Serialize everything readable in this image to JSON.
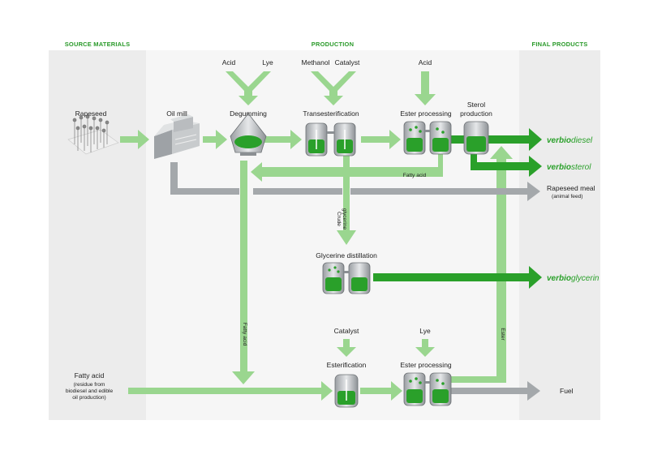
{
  "headers": {
    "source": "SOURCE MATERIALS",
    "production": "PRODUCTION",
    "final": "FINAL PRODUCTS"
  },
  "inputs": {
    "acid": "Acid",
    "lye": "Lye",
    "methanol": "Methanol",
    "catalyst": "Catalyst",
    "acid2": "Acid",
    "catalyst2": "Catalyst",
    "lye2": "Lye"
  },
  "stages": {
    "rapeseed": "Rapeseed",
    "oil_mill": "Oil mill",
    "degumming": "Degumming",
    "transesterification": "Transesterification",
    "ester_processing": "Ester processing",
    "sterol_1": "Sterol",
    "sterol_2": "production",
    "glycerine_distillation": "Glycerine distillation",
    "esterification": "Esterification",
    "ester_processing2": "Ester processing"
  },
  "flows": {
    "fatty_acid_h": "Fatty acid",
    "crude_glycerine_1": "Crude",
    "crude_glycerine_2": "glycerine",
    "fatty_acid_v": "Fatty acid",
    "ester": "Ester"
  },
  "source_fatty_acid": {
    "title": "Fatty acid",
    "line1": "(residue from",
    "line2": "biodiesel and edible",
    "line3": "oil production)"
  },
  "products": {
    "diesel_bold": "verbio",
    "diesel_light": "diesel",
    "sterol_bold": "verbio",
    "sterol_light": "sterol",
    "meal_title": "Rapeseed meal",
    "meal_sub": "(animal feed)",
    "glycerin_bold": "verbio",
    "glycerin_light": "glycerin",
    "fuel": "Fuel"
  },
  "colors": {
    "light_green": "#9ad68f",
    "dark_green": "#2aa02a",
    "gray_arrow": "#a4a8ab",
    "panel": "#ededed",
    "header_green": "#2a9a2a"
  }
}
